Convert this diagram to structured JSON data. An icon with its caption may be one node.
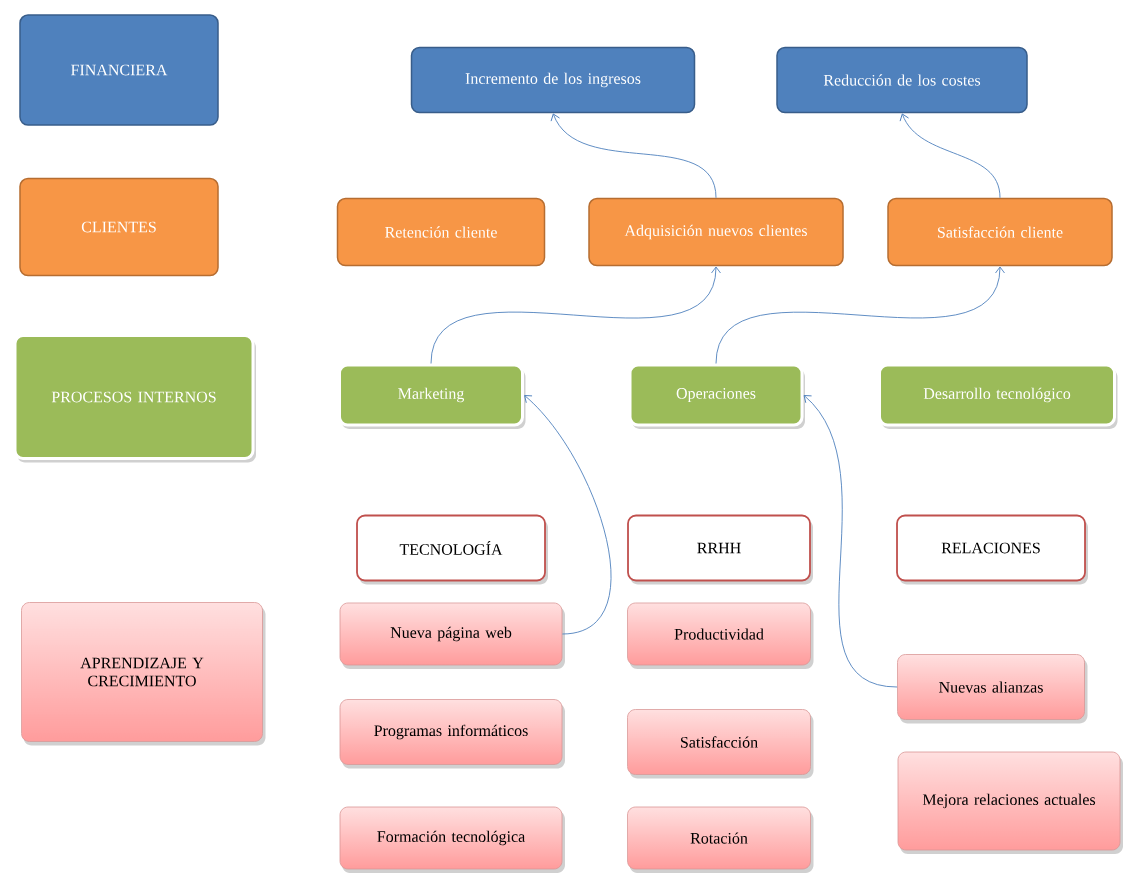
{
  "diagram": {
    "nodes": [
      {
        "text": [
          "FINANCIERA"
        ]
      },
      {
        "text": [
          "Incremento de los ingresos"
        ]
      },
      {
        "text": [
          "Reducción de los costes"
        ]
      },
      {
        "text": [
          "CLIENTES"
        ]
      },
      {
        "text": [
          "Retención cliente"
        ]
      },
      {
        "text": [
          "Adquisición nuevos clientes"
        ]
      },
      {
        "text": [
          "Satisfacción cliente"
        ]
      },
      {
        "text": [
          "PROCESOS INTERNOS"
        ]
      },
      {
        "text": [
          "Marketing"
        ]
      },
      {
        "text": [
          "Operaciones"
        ]
      },
      {
        "text": [
          "Desarrollo tecnológico"
        ]
      },
      {
        "text": [
          "TECNOLOGÍA"
        ]
      },
      {
        "text": [
          "RRHH"
        ]
      },
      {
        "text": [
          "RELACIONES"
        ]
      },
      {
        "text": [
          "APRENDIZAJE Y CRECIMIENTO"
        ]
      },
      {
        "text": [
          "Nueva  página web"
        ]
      },
      {
        "text": [
          "Productividad"
        ]
      },
      {
        "text": [
          "Nuevas alianzas"
        ]
      },
      {
        "text": [
          "Programas informáticos"
        ]
      },
      {
        "text": [
          "Satisfacción"
        ]
      },
      {
        "text": [
          "Mejora relaciones actuales"
        ]
      },
      {
        "text": [
          "Formación tecnológica"
        ]
      },
      {
        "text": [
          "Rotación"
        ]
      }
    ],
    "edges": [
      {
        "from": 5,
        "to": 1,
        "arrow": "to"
      },
      {
        "from": 6,
        "to": 2,
        "arrow": "to"
      },
      {
        "from": 8,
        "to": 5,
        "arrow": "to"
      },
      {
        "from": 9,
        "to": 6,
        "arrow": "to"
      },
      {
        "from": 15,
        "to": 8,
        "arrow": "to"
      },
      {
        "from": 17,
        "to": 9,
        "arrow": "to"
      }
    ]
  }
}
